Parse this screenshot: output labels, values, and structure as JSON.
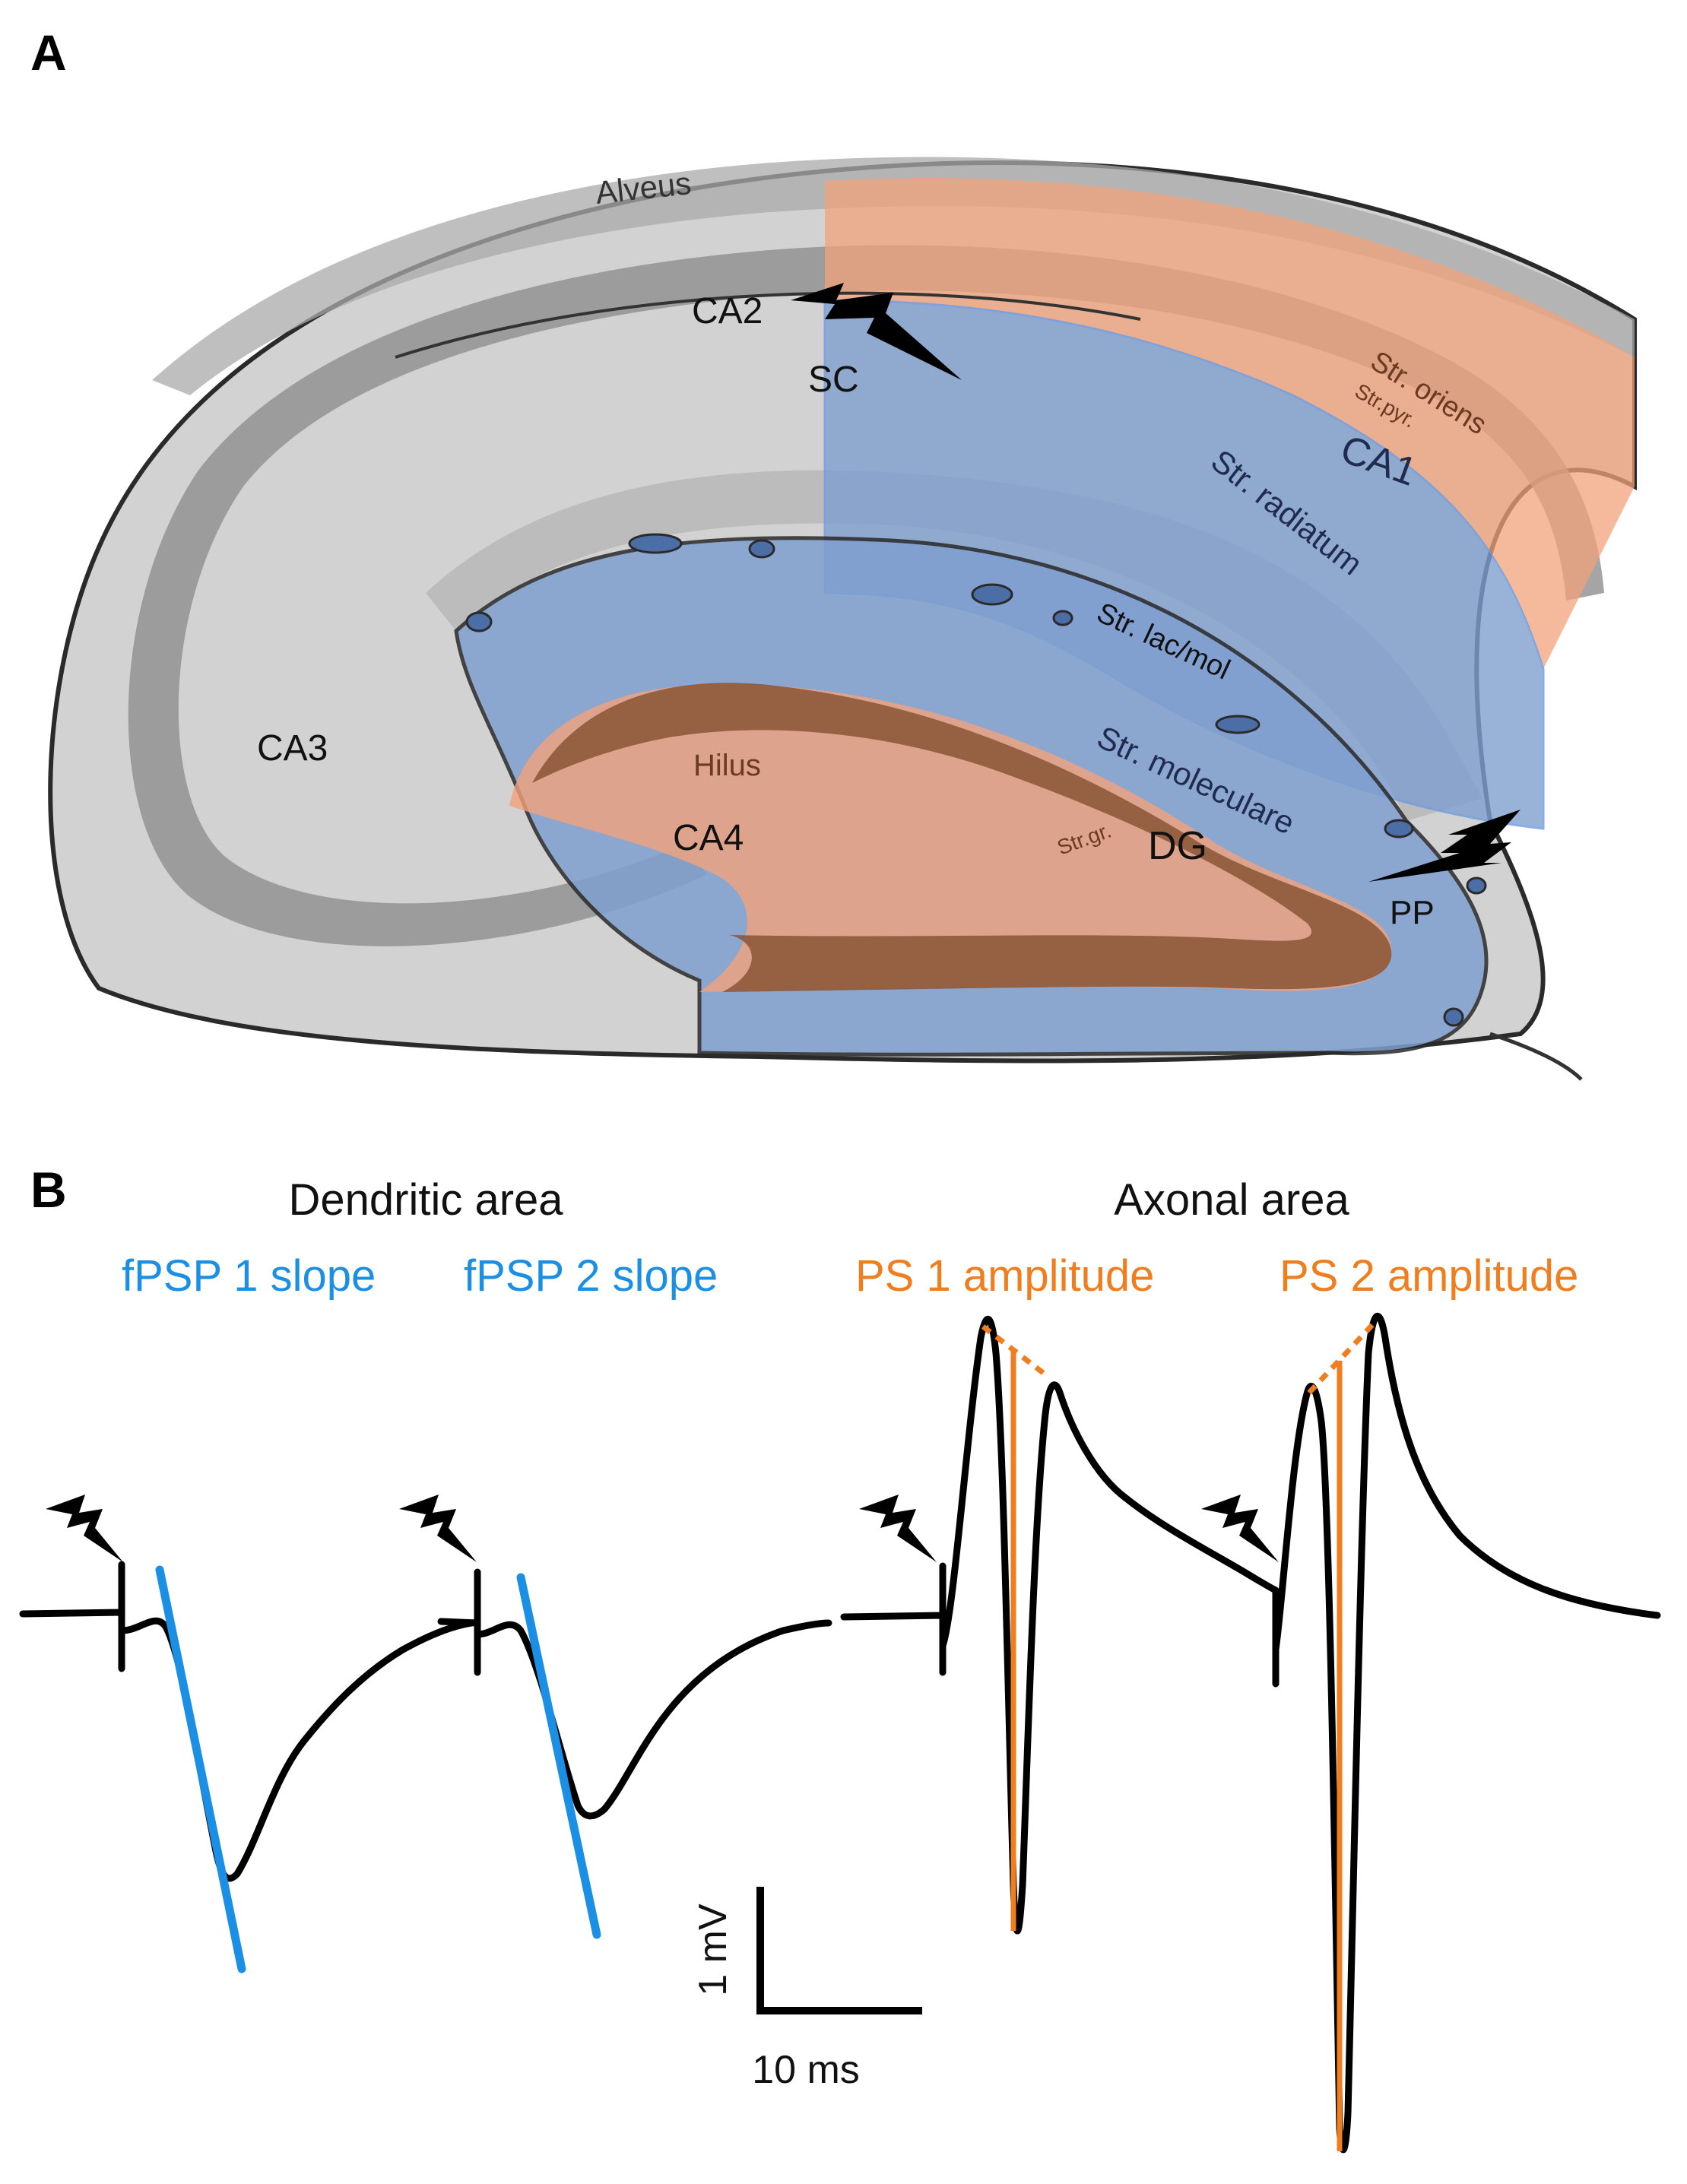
{
  "panel_a": {
    "letter": "A",
    "labels": {
      "alveus": "Alveus",
      "ca2": "CA2",
      "sc": "SC",
      "str_oriens": "Str. oriens",
      "str_pyr": "Str.pyr.",
      "ca1": "CA1",
      "str_radiatum": "Str. radiatum",
      "str_lac_mol": "Str. lac/mol",
      "ca3": "CA3",
      "hilus": "Hilus",
      "ca4": "CA4",
      "str_molecular": "Str. moleculare",
      "str_gr": "Str.gr.",
      "dg": "DG",
      "pp": "PP"
    },
    "colors": {
      "blue_region": "#7f9fcf",
      "orange_region": "#f2a27a",
      "gray_tissue": "#d4d4d4",
      "cell_layer": "#8a8a8a",
      "granule_cells": "#8a5535"
    }
  },
  "panel_b": {
    "letter": "B",
    "dendritic_header": "Dendritic area",
    "axonal_header": "Axonal area",
    "fpsp1": "fPSP 1 slope",
    "fpsp2": "fPSP 2 slope",
    "ps1": "PS 1 amplitude",
    "ps2": "PS 2 amplitude",
    "scale_y": "1 mV",
    "scale_x": "10 ms",
    "colors": {
      "slope": "#1a8fe3",
      "amplitude": "#f07d1e",
      "trace": "#000000"
    }
  }
}
